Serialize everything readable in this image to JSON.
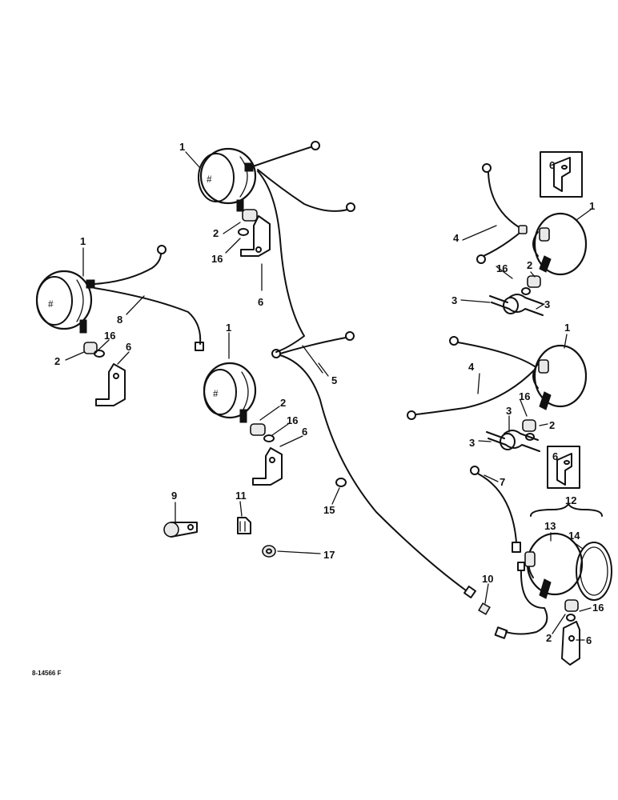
{
  "diagram": {
    "reference_number": "8-14566 F",
    "lens_marks": {
      "lamp_a": "#",
      "lamp_b": "#",
      "lamp_c": "#"
    },
    "callouts": {
      "lamp_top_center": "1",
      "lamp_left": "1",
      "lamp_center_low": "1",
      "lamp_right_upper": "1",
      "lamp_right_middle": "1",
      "spacer_top": "2",
      "spacer_left": "2",
      "spacer_center": "2",
      "spacer_right_upper": "2",
      "spacer_right_middle": "2",
      "spacer_bottom_right": "2",
      "clamp_upper_left": "3",
      "clamp_upper_right": "3",
      "clamp_middle_top": "3",
      "clamp_middle_left": "3",
      "wire_upper_right": "4",
      "wire_middle_right": "4",
      "harness_center": "5",
      "bracket_top": "6",
      "bracket_left": "6",
      "bracket_center": "6",
      "bracket_inset_upper": "6",
      "bracket_inset_lower": "6",
      "bracket_bottom_right": "6",
      "wire_lower_right": "7",
      "wire_left": "8",
      "clip_9": "9",
      "connector_10": "10",
      "clip_11": "11",
      "assembly_12": "12",
      "lamp_body_13": "13",
      "lens_ring_14": "14",
      "nut_15": "15",
      "washer_top": "16",
      "washer_left": "16",
      "washer_center": "16",
      "washer_right_upper": "16",
      "washer_right_middle": "16",
      "washer_bottom_right": "16",
      "nut_17": "17"
    }
  }
}
